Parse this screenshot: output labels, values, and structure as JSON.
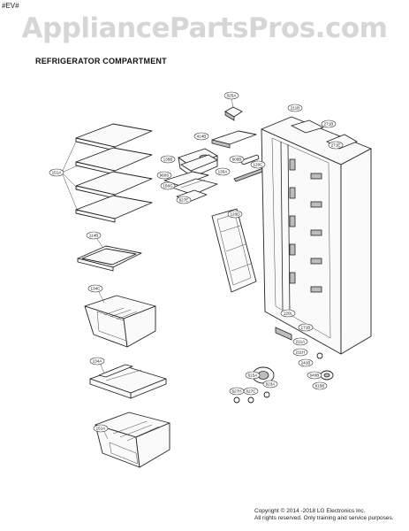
{
  "header": {
    "corner_tag": "#EV#",
    "watermark": "AppliancePartsPros.com",
    "title": "REFRIGERATOR COMPARTMENT"
  },
  "callouts": {
    "shelves": "151A",
    "crisper_cover": "114B",
    "vegetable_drawer": "134C",
    "bracket_bottom": "134A",
    "bottom_drawer": "151A",
    "lamp_cover": "625A",
    "lamp_housing": "414B",
    "sensor": "605B",
    "case_main": "135B",
    "case_sub": "135A",
    "light_bar": "120C",
    "rail_left": "960S",
    "rail_mid": "156G",
    "rail_small": "627E",
    "door_shelf": "120D",
    "cabinet_top": "211B",
    "hinge_cap": "271B",
    "hinge_screw": "271E",
    "leg_front": "211A",
    "cover_low": "120L",
    "leg_rear": "171B",
    "damper": "211H",
    "screw_1": "241B",
    "screw_2": "640B",
    "roller": "615A",
    "foot_a": "627H",
    "foot_b": "627C",
    "foot_c": "623A",
    "leveler": "615B"
  },
  "footer": {
    "copyright": "Copyright © 2014 -2018 LG Electronics Inc.",
    "rights": "All rights reserved. Only training and service purposes."
  }
}
